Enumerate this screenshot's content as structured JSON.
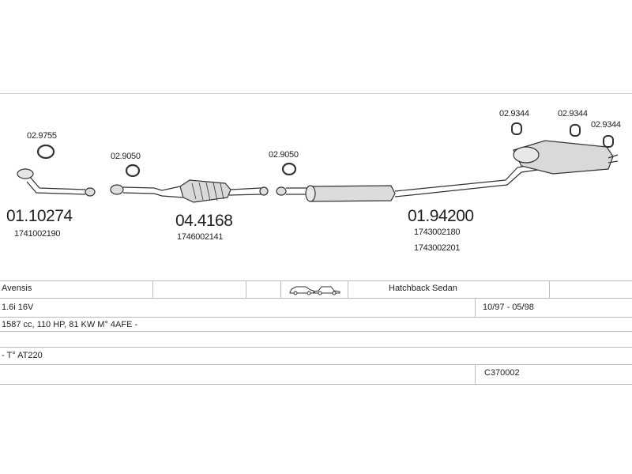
{
  "parts": [
    {
      "id": "p1",
      "group": "01.10274",
      "code": "1741002190",
      "gasket": "02.9755"
    },
    {
      "id": "p2",
      "group": "04.4168",
      "code": "1746002141",
      "gasket": "02.9050"
    },
    {
      "id": "p3",
      "group": "01.94200",
      "code1": "1743002180",
      "code2": "1743002201",
      "gasket": "02.9050"
    }
  ],
  "hangers": [
    "02.9344",
    "02.9344",
    "02.9344"
  ],
  "table": {
    "model": "Avensis",
    "body": "Hatchback Sedan",
    "engine": "1.6i 16V",
    "years": "10/97 - 05/98",
    "spec": "1587 cc, 110 HP, 81 KW M° 4AFE -",
    "code_line": "- T° AT220",
    "ref": "C370002"
  },
  "car_icons": [
    "hatchback-car-icon",
    "sedan-car-icon"
  ]
}
